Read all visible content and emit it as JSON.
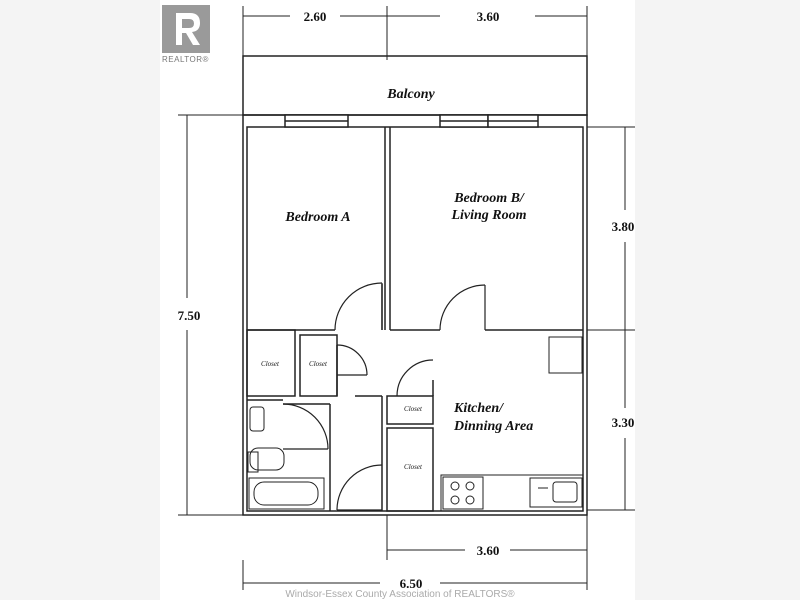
{
  "logo": {
    "caption": "REALTOR®"
  },
  "rooms": {
    "balcony": "Balcony",
    "bedroom_a": "Bedroom A",
    "bedroom_b_line1": "Bedroom B/",
    "bedroom_b_line2": "Living Room",
    "closet_1": "Closet",
    "closet_2": "Closet",
    "closet_3": "Closet",
    "closet_4": "Closet",
    "kitchen_line1": "Kitchen/",
    "kitchen_line2": "Dinning Area"
  },
  "dimensions": {
    "top_left": "2.60",
    "top_right": "3.60",
    "left_height": "7.50",
    "right_upper": "3.80",
    "right_lower": "3.30",
    "bottom_kitchen": "3.60",
    "bottom_total": "6.50"
  },
  "footer": "Windsor-Essex County Association of REALTORS®"
}
